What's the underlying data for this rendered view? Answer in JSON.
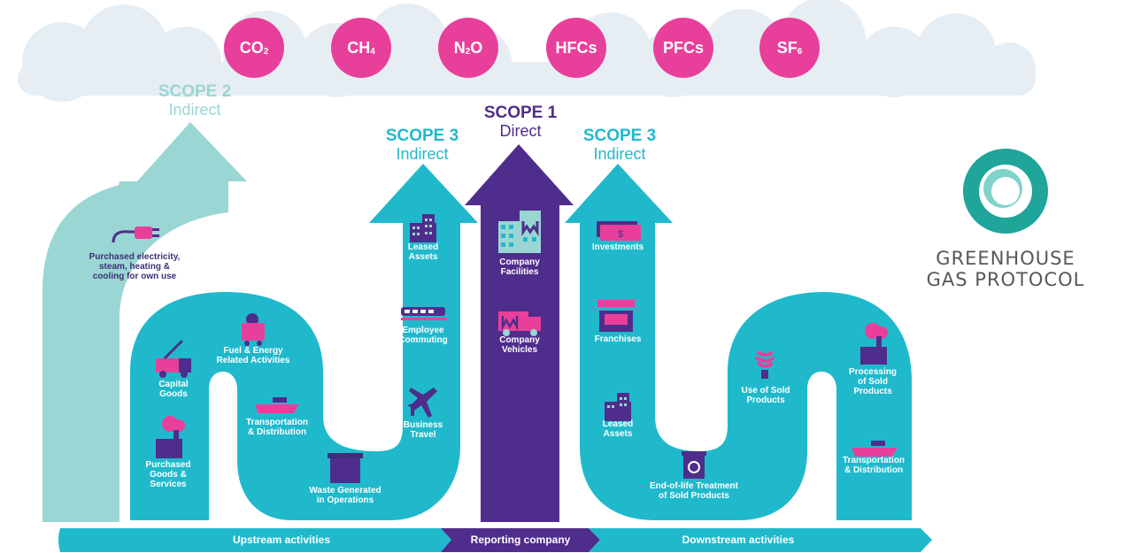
{
  "gases": [
    {
      "symbol": "CO",
      "sub": "2"
    },
    {
      "symbol": "CH",
      "sub": "4"
    },
    {
      "symbol": "N",
      "sub": "2",
      "tail": "O"
    },
    {
      "symbol": "HFCs",
      "sub": ""
    },
    {
      "symbol": "PFCs",
      "sub": ""
    },
    {
      "symbol": "SF",
      "sub": "6"
    }
  ],
  "scopes": {
    "scope2": {
      "title": "SCOPE 2",
      "subtitle": "Indirect"
    },
    "scope3_upstream": {
      "title": "SCOPE 3",
      "subtitle": "Indirect"
    },
    "scope1": {
      "title": "SCOPE 1",
      "subtitle": "Direct"
    },
    "scope3_downstream": {
      "title": "SCOPE 3",
      "subtitle": "Indirect"
    }
  },
  "activities": {
    "purchased_electricity": "Purchased electricity,\nsteam, heating &\ncooling for own use",
    "capital_goods": "Capital\nGoods",
    "fuel_energy": "Fuel & Energy\nRelated Activities",
    "purchased_goods": "Purchased\nGoods &\nServices",
    "transport_up": "Transportation\n& Distribution",
    "waste": "Waste Generated\nin Operations",
    "leased_up": "Leased\nAssets",
    "employee_commuting": "Employee\nCommuting",
    "business_travel": "Business\nTravel",
    "company_facilities": "Company\nFacilities",
    "company_vehicles": "Company\nVehicles",
    "investments": "Investments",
    "franchises": "Franchises",
    "leased_down": "Leased\nAssets",
    "end_of_life": "End-of-life Treatment\nof Sold Products",
    "use_sold": "Use of Sold\nProducts",
    "processing_sold": "Processing\nof Sold\nProducts",
    "transport_down": "Transportation\n& Distribution"
  },
  "bar": {
    "upstream": "Upstream activities",
    "reporting": "Reporting company",
    "downstream": "Downstream activities"
  },
  "brand": {
    "line1": "GREENHOUSE",
    "line2": "GAS PROTOCOL"
  },
  "colors": {
    "scope3": "#20b9cc",
    "scope2": "#9ad6d3",
    "scope1": "#4f2d8c",
    "gas": "#e8409a",
    "cloud": "#e6eef4",
    "icon_dark": "#4f2d8c",
    "icon_pink": "#e8409a"
  },
  "icons": [
    "plug-icon",
    "truck-icon",
    "coal-cart-icon",
    "factory-icon",
    "ship-icon",
    "dumpster-icon",
    "building-icon",
    "train-icon",
    "airplane-icon",
    "office-building-icon",
    "delivery-truck-icon",
    "money-icon",
    "storefront-icon",
    "recycle-bin-icon",
    "lightbulb-icon",
    "logo-swirl-icon"
  ]
}
